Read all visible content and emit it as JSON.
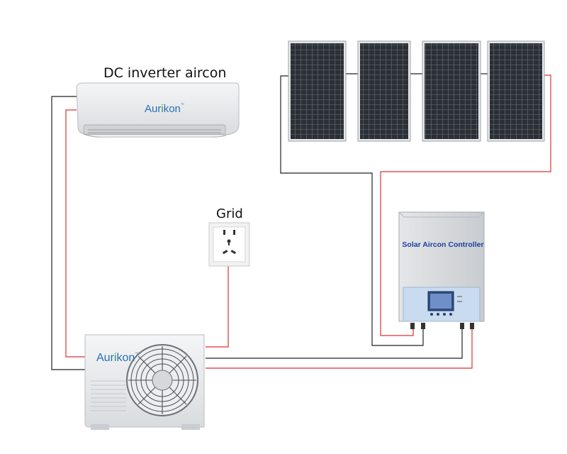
{
  "labels": {
    "indoor_unit": "DC inverter aircon",
    "grid": "Grid",
    "controller": "Solar Aircon Controller"
  },
  "brand": {
    "name_pre": "Aur",
    "name_dot": "i",
    "name_post": "kon",
    "trademark": "™"
  },
  "colors": {
    "wire_positive": "#e03030",
    "wire_negative": "#222222",
    "brand_blue": "#2a6fb8",
    "controller_title": "#1b3fa0",
    "panel_cell": "#2b2f36"
  }
}
